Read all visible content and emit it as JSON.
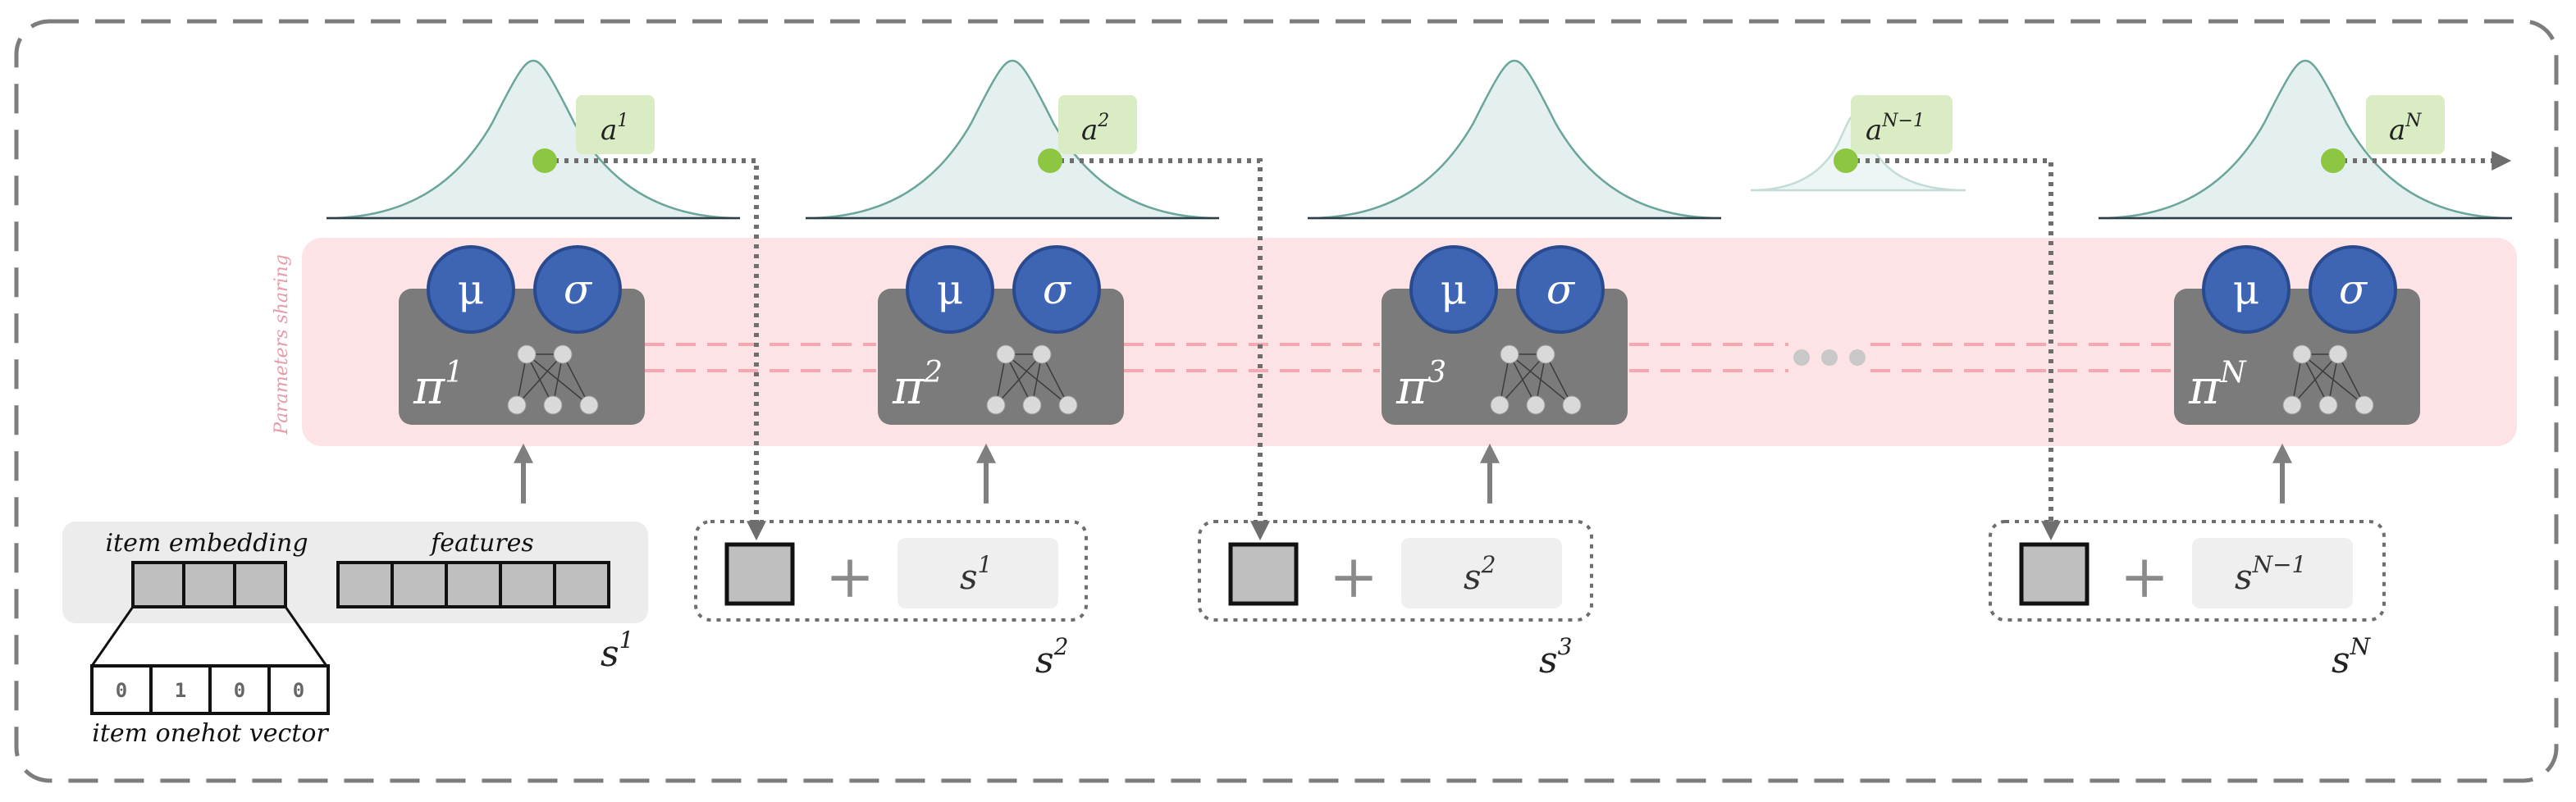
{
  "diagram": {
    "side_label": "Parameters sharing",
    "ellipsis": "• • •",
    "policies": [
      {
        "symbol": "π",
        "sup": "1"
      },
      {
        "symbol": "π",
        "sup": "2"
      },
      {
        "symbol": "π",
        "sup": "3"
      },
      {
        "symbol": "π",
        "sup": "N"
      }
    ],
    "mu": "μ",
    "sigma": "σ",
    "actions": [
      {
        "base": "a",
        "sup": "1"
      },
      {
        "base": "a",
        "sup": "2"
      },
      {
        "base": "a",
        "sup": "N−1"
      },
      {
        "base": "a",
        "sup": "N"
      }
    ],
    "state": {
      "item_embedding_label": "item embedding",
      "features_label": "features",
      "onehot_label": "item onehot vector",
      "onehot_bits": [
        "0",
        "1",
        "0",
        "0"
      ],
      "plus": "+",
      "states": [
        {
          "base": "s",
          "sup": "1"
        },
        {
          "base": "s",
          "sup": "2"
        },
        {
          "base": "s",
          "sup": "3"
        },
        {
          "base": "s",
          "sup": "N"
        }
      ],
      "inner_states": [
        {
          "base": "s",
          "sup": "1"
        },
        {
          "base": "s",
          "sup": "2"
        },
        {
          "base": "s",
          "sup": "N−1"
        }
      ]
    },
    "colors": {
      "bell_fill": "#e4efef",
      "bell_stroke": "#6aa59a",
      "band": "#fde3e6",
      "policy": "#7b7b7b",
      "circle": "#3e64b4",
      "action_box": "#d9ecc4",
      "action_dot": "#8dc640",
      "dotted": "#6e6e6e",
      "arrow": "#7f7f7f"
    }
  }
}
